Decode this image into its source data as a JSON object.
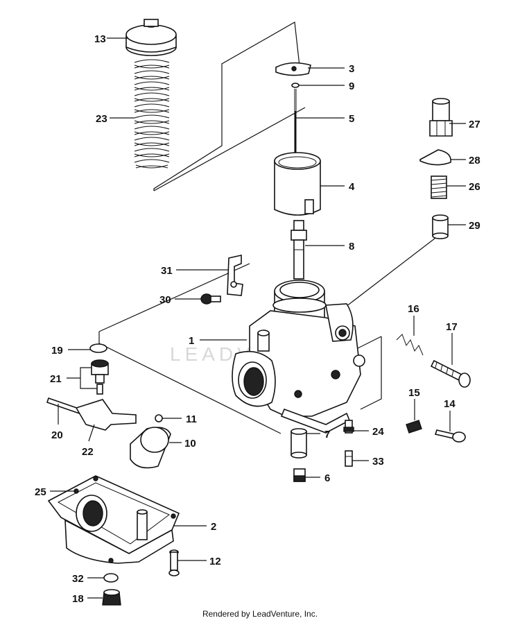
{
  "watermark": "LEADVENTURE",
  "footer": "Rendered by LeadVenture, Inc.",
  "callouts": {
    "p1": "1",
    "p2": "2",
    "p3": "3",
    "p4": "4",
    "p5": "5",
    "p6": "6",
    "p7": "7",
    "p8": "8",
    "p9": "9",
    "p10": "10",
    "p11": "11",
    "p12": "12",
    "p13": "13",
    "p14": "14",
    "p15": "15",
    "p16": "16",
    "p17": "17",
    "p18": "18",
    "p19": "19",
    "p20": "20",
    "p21": "21",
    "p22": "22",
    "p23": "23",
    "p24": "24",
    "p25": "25",
    "p26": "26",
    "p27": "27",
    "p28": "28",
    "p29": "29",
    "p30": "30",
    "p31": "31",
    "p32": "32",
    "p33": "33"
  }
}
